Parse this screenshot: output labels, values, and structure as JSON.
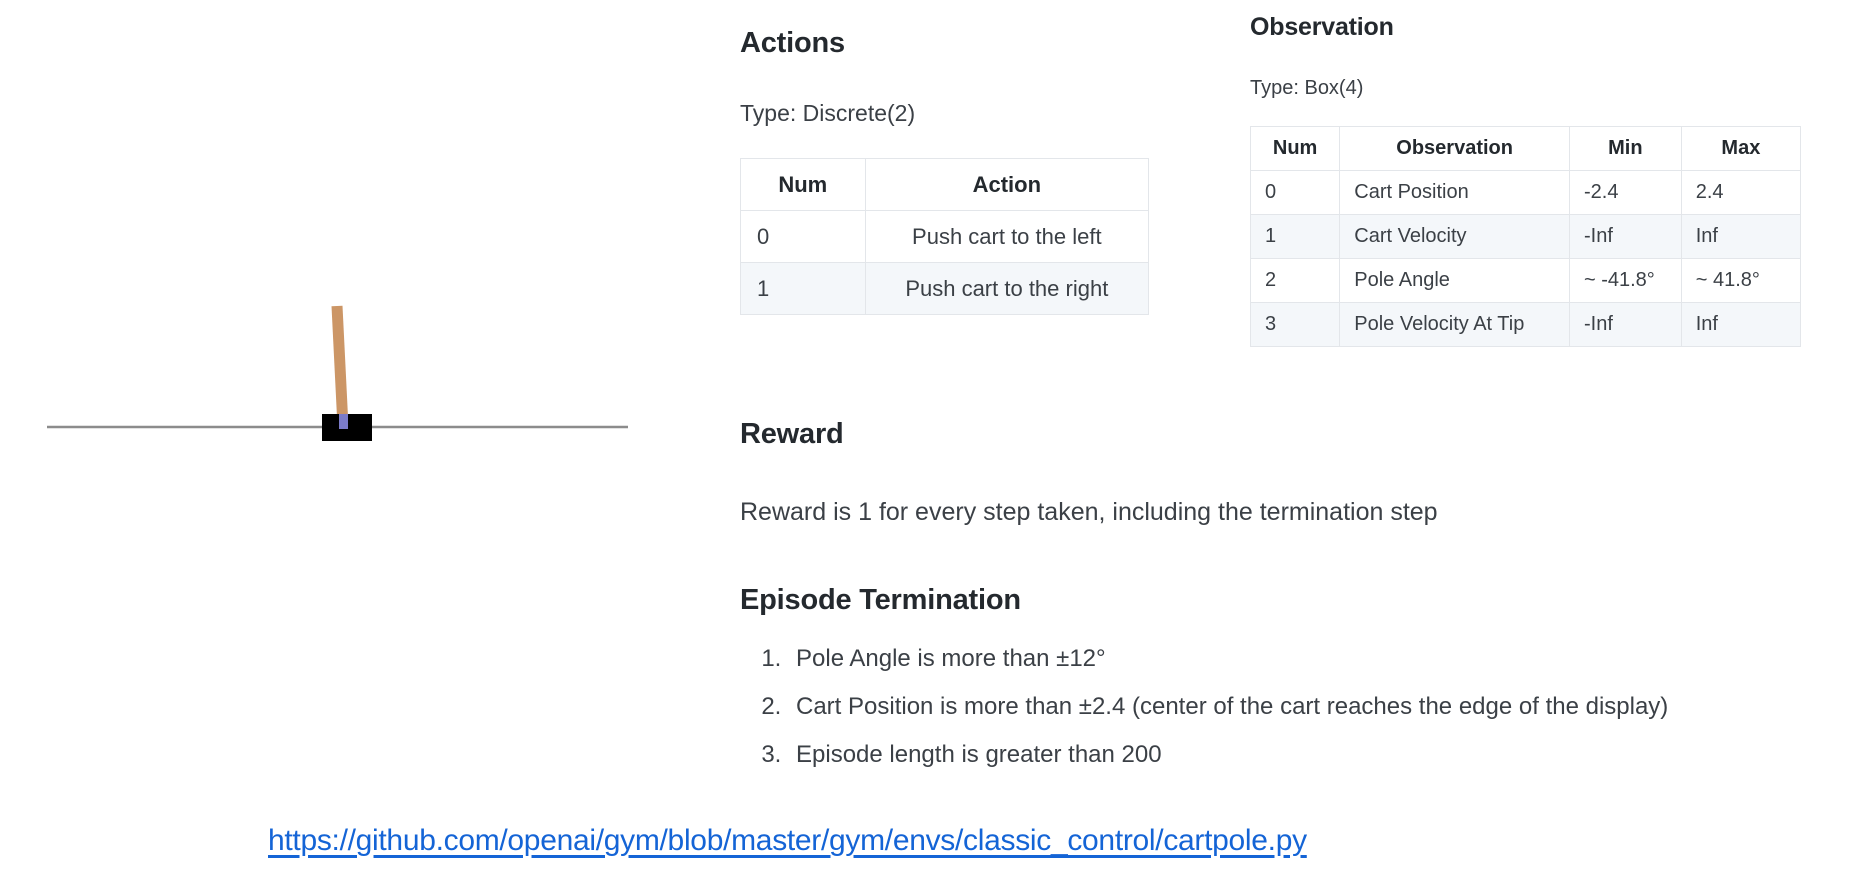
{
  "figure": {
    "name": "cartpole-illustration",
    "cart_color": "#000000",
    "pole_color": "#cc9666",
    "axle_color": "#7b7bc8",
    "track_color": "#8c8c8c",
    "background": "#ffffff"
  },
  "actions": {
    "heading": "Actions",
    "type_label": "Type: Discrete(2)",
    "columns": [
      "Num",
      "Action"
    ],
    "rows": [
      {
        "num": "0",
        "action": "Push cart to the left"
      },
      {
        "num": "1",
        "action": "Push cart to the right"
      }
    ]
  },
  "observation": {
    "heading": "Observation",
    "type_label": "Type: Box(4)",
    "columns": [
      "Num",
      "Observation",
      "Min",
      "Max"
    ],
    "rows": [
      {
        "num": "0",
        "observation": "Cart Position",
        "min": "-2.4",
        "max": "2.4"
      },
      {
        "num": "1",
        "observation": "Cart Velocity",
        "min": "-Inf",
        "max": "Inf"
      },
      {
        "num": "2",
        "observation": "Pole Angle",
        "min": "~ -41.8°",
        "max": "~ 41.8°"
      },
      {
        "num": "3",
        "observation": "Pole Velocity At Tip",
        "min": "-Inf",
        "max": "Inf"
      }
    ]
  },
  "reward": {
    "heading": "Reward",
    "text": "Reward is 1 for every step taken, including the termination step"
  },
  "termination": {
    "heading": "Episode Termination",
    "items": [
      "Pole Angle is more than ±12°",
      "Cart Position is more than ±2.4 (center of the cart reaches the edge of the display)",
      "Episode length is greater than 200"
    ]
  },
  "link": {
    "text": "https://github.com/openai/gym/blob/master/gym/envs/classic_control/cartpole.py",
    "color": "#1464d6"
  }
}
